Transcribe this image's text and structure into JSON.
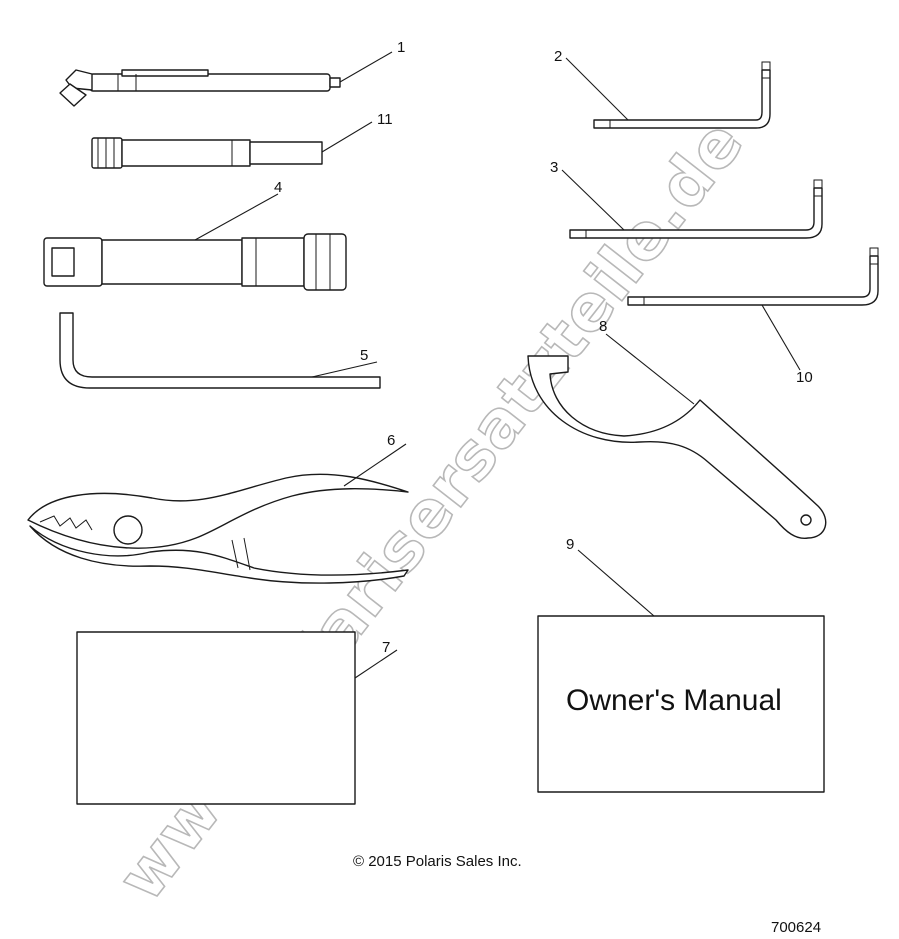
{
  "callouts": {
    "c1": "1",
    "c2": "2",
    "c3": "3",
    "c4": "4",
    "c5": "5",
    "c6": "6",
    "c7": "7",
    "c8": "8",
    "c9": "9",
    "c10": "10",
    "c11": "11"
  },
  "manual_label": "Owner's Manual",
  "copyright": "© 2015 Polaris Sales Inc.",
  "figure_number": "700624",
  "watermark": "www.polarisersatzteile.de",
  "colors": {
    "line": "#1a1a1a",
    "watermark_outline": "#b8b8b8",
    "background": "#ffffff"
  }
}
